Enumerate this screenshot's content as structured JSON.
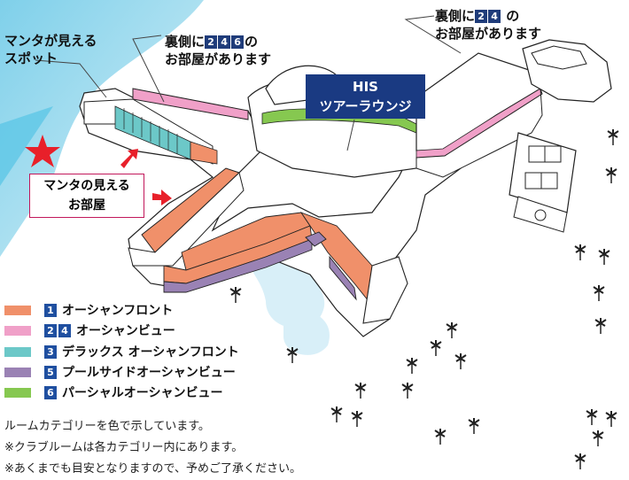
{
  "colors": {
    "ocean_view": "#f0906a",
    "ocean_front": "#f0a0c8",
    "deluxe_ocean_front": "#6cc8c8",
    "pool_side": "#9a82b4",
    "partial_ocean": "#86c850",
    "accent_blue": "#1a3a82",
    "star": "#e8202a"
  },
  "labels": {
    "manta_spot": [
      "マンタが見える",
      "スポット"
    ],
    "rooms_246": {
      "prefix": "裏側に",
      "nums": [
        "2",
        "4",
        "6"
      ],
      "suffix": "の",
      "line2": "お部屋があります"
    },
    "rooms_24": {
      "prefix": "裏側に",
      "nums": [
        "2",
        "4"
      ],
      "suffix": "の",
      "line2": "お部屋があります"
    },
    "his_lounge": [
      "HIS",
      "ツアーラウンジ"
    ],
    "manta_room": [
      "マンタの見える",
      "お部屋"
    ]
  },
  "legend": [
    {
      "nums": [
        "1"
      ],
      "name": "オーシャンフロント",
      "color_key": "ocean_view"
    },
    {
      "nums": [
        "2",
        "4"
      ],
      "name": "オーシャンビュー",
      "color_key": "ocean_front"
    },
    {
      "nums": [
        "3"
      ],
      "name": "デラックス オーシャンフロント",
      "color_key": "deluxe_ocean_front"
    },
    {
      "nums": [
        "5"
      ],
      "name": "プールサイドオーシャンビュー",
      "color_key": "pool_side"
    },
    {
      "nums": [
        "6"
      ],
      "name": "パーシャルオーシャンビュー",
      "color_key": "partial_ocean"
    }
  ],
  "notes": [
    "ルームカテゴリーを色で示しています。",
    "※クラブルームは各カテゴリー内にあります。",
    "※あくまでも目安となりますので、予めご了承ください。"
  ],
  "icons": [
    "star-icon",
    "arrow-icon",
    "palm-tree-icon",
    "tennis-court-icon",
    "basketball-court-icon"
  ]
}
